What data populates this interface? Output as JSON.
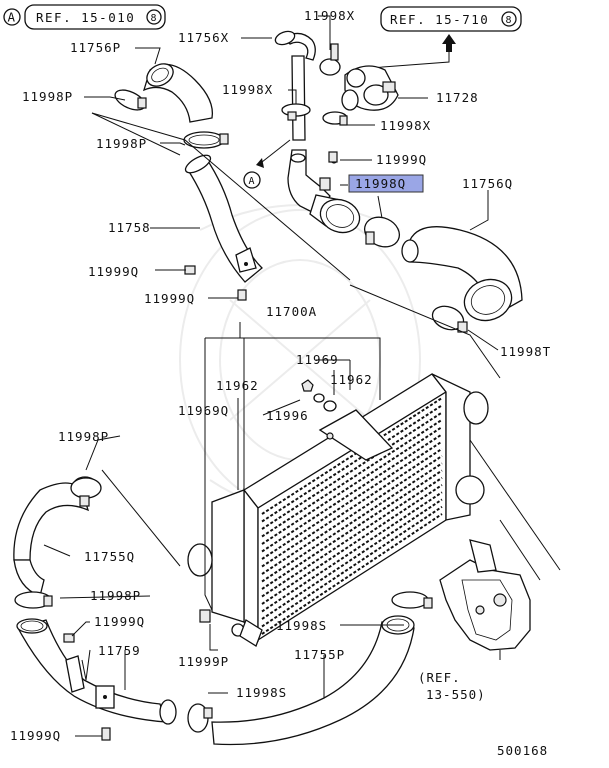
{
  "refs": {
    "ref_a_marker": "A",
    "ref_a_text": "REF. 15-010",
    "ref_a_num": "8",
    "ref_b_text": "REF. 15-710",
    "ref_b_num": "8",
    "ref_c_line1": "(REF.",
    "ref_c_line2": "13-550)",
    "arrow_a_marker": "A"
  },
  "labels": {
    "p_11756P": "11756P",
    "p_11756X": "11756X",
    "p_11998X_top": "11998X",
    "p_11998P_1": "11998P",
    "p_11998X_mid": "11998X",
    "p_11728": "11728",
    "p_11998X_right": "11998X",
    "p_11998P_2": "11998P",
    "p_11999Q_1": "11999Q",
    "p_11998Q": "11998Q",
    "p_11756Q": "11756Q",
    "p_11758": "11758",
    "p_11999Q_2": "11999Q",
    "p_11999Q_3": "11999Q",
    "p_11700A": "11700A",
    "p_11998T": "11998T",
    "p_11969_1": "11969",
    "p_11962_1": "11962",
    "p_11962_2": "11962",
    "p_11969Q": "11969Q",
    "p_11996": "11996",
    "p_11998P_3": "11998P",
    "p_11755Q": "11755Q",
    "p_11998P_4": "11998P",
    "p_11999Q_4": "11999Q",
    "p_11759": "11759",
    "p_11999P": "11999P",
    "p_11998S_1": "11998S",
    "p_11755P": "11755P",
    "p_11998S_2": "11998S",
    "p_11999Q_5": "11999Q"
  },
  "diagram_number": "500168",
  "highlight": {
    "part": "11998Q",
    "color": "#9aa6e6"
  }
}
